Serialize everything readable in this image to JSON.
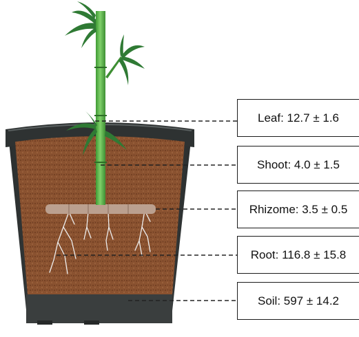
{
  "labels": {
    "leaf": "Leaf: 12.7 ± 1.6",
    "shoot": "Shoot: 4.0 ± 1.5",
    "rhizome": "Rhizome: 3.5 ± 0.5",
    "root": "Root: 116.8 ± 15.8",
    "soil": "Soil: 597 ± 14.2"
  },
  "colors": {
    "pot": "#363a3a",
    "soil": "#8a5230",
    "stem": "#5db84a",
    "leaf": "#2f7a34",
    "rhizome": "#bba08f",
    "root": "#eeeeee",
    "leader": "#222222"
  }
}
